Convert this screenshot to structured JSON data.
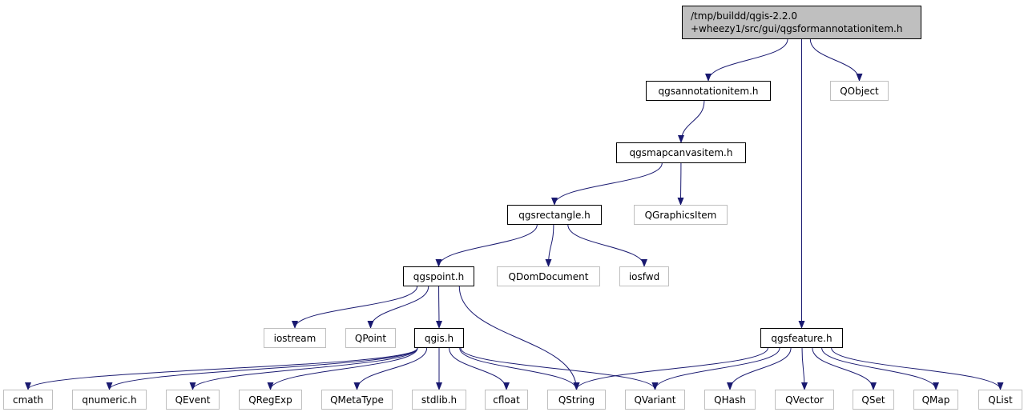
{
  "colors": {
    "edge": "#191970",
    "local_border": "#000000",
    "system_border": "#bfbfbf",
    "root_fill": "#bfbfbf",
    "background": "#ffffff"
  },
  "nodes": {
    "root": {
      "line1": "/tmp/buildd/qgis-2.2.0",
      "line2": "+wheezy1/src/gui/qgsformannotationitem.h"
    },
    "qgsannotationitem": "qgsannotationitem.h",
    "qobject": "QObject",
    "qgsmapcanvasitem": "qgsmapcanvasitem.h",
    "qgsrectangle": "qgsrectangle.h",
    "qgraphicsitem": "QGraphicsItem",
    "qgspoint": "qgspoint.h",
    "qdomdocument": "QDomDocument",
    "iosfwd": "iosfwd",
    "iostream": "iostream",
    "qpoint": "QPoint",
    "qgis": "qgis.h",
    "qgsfeature": "qgsfeature.h",
    "cmath": "cmath",
    "qnumeric": "qnumeric.h",
    "qevent": "QEvent",
    "qregexp": "QRegExp",
    "qmetatype": "QMetaType",
    "stdlib": "stdlib.h",
    "cfloat": "cfloat",
    "qstring": "QString",
    "qvariant": "QVariant",
    "qhash": "QHash",
    "qvector": "QVector",
    "qset": "QSet",
    "qmap": "QMap",
    "qlist": "QList"
  },
  "edges": [
    [
      "root",
      "qgsannotationitem"
    ],
    [
      "root",
      "qgsfeature"
    ],
    [
      "root",
      "qobject"
    ],
    [
      "qgsannotationitem",
      "qgsmapcanvasitem"
    ],
    [
      "qgsmapcanvasitem",
      "qgsrectangle"
    ],
    [
      "qgsmapcanvasitem",
      "qgraphicsitem"
    ],
    [
      "qgsrectangle",
      "qgspoint"
    ],
    [
      "qgsrectangle",
      "qdomdocument"
    ],
    [
      "qgsrectangle",
      "iosfwd"
    ],
    [
      "qgspoint",
      "iostream"
    ],
    [
      "qgspoint",
      "qpoint"
    ],
    [
      "qgspoint",
      "qgis"
    ],
    [
      "qgspoint",
      "qstring"
    ],
    [
      "qgis",
      "cmath"
    ],
    [
      "qgis",
      "qnumeric"
    ],
    [
      "qgis",
      "qevent"
    ],
    [
      "qgis",
      "qregexp"
    ],
    [
      "qgis",
      "qmetatype"
    ],
    [
      "qgis",
      "stdlib"
    ],
    [
      "qgis",
      "cfloat"
    ],
    [
      "qgis",
      "qstring"
    ],
    [
      "qgis",
      "qvariant"
    ],
    [
      "qgsfeature",
      "qstring"
    ],
    [
      "qgsfeature",
      "qvariant"
    ],
    [
      "qgsfeature",
      "qhash"
    ],
    [
      "qgsfeature",
      "qvector"
    ],
    [
      "qgsfeature",
      "qset"
    ],
    [
      "qgsfeature",
      "qmap"
    ],
    [
      "qgsfeature",
      "qlist"
    ]
  ]
}
